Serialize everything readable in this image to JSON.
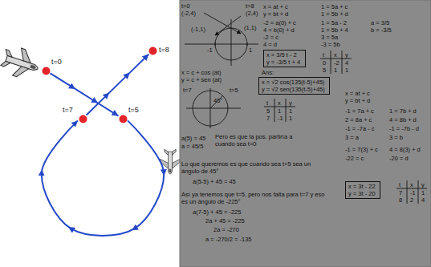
{
  "diagram": {
    "nodes": [
      {
        "text": [
          "t=0"
        ]
      },
      {
        "text": [
          "t=8"
        ]
      },
      {
        "text": [
          "t=7"
        ]
      },
      {
        "text": [
          "t=5"
        ]
      },
      {
        "text": [
          "x = 3/5 t - 2",
          "y = -3/5 t + 4"
        ]
      },
      {
        "text": [
          "x = √2 cos(135(t-5)+45)",
          "y = √2 sen(135(t-5)+45)"
        ]
      },
      {
        "text": [
          "x = 3t - 22",
          "y = 3t - 20"
        ]
      }
    ],
    "edges": [
      {
        "from": 0,
        "to": 3,
        "arrow": "to"
      },
      {
        "from": 3,
        "to": 2,
        "arrow": "to"
      },
      {
        "from": 2,
        "to": 1,
        "arrow": "to"
      }
    ],
    "labels": [
      "t=0",
      "(-2,4)",
      "t=8",
      "(2,4)",
      "(-1,1)",
      "(1,1)",
      "-1",
      "1",
      "x = at + c",
      "y = bt + d",
      "-2 = a(0) + c",
      "4 = b(0) + d",
      "-2 = c",
      "4 = d",
      "1 = 5a + c",
      "1 = 5b + d",
      "1 = 5a - 2",
      "1 = 5b + 4",
      "3 = 5a",
      "-3 = 5b",
      "a = 3/5",
      "b = -3/5",
      "t",
      "x",
      "y",
      "0",
      "-2",
      "4",
      "5",
      "1",
      "1",
      "x = c + cos (at)",
      "y = c + sen (at)",
      "t=7",
      "t=5",
      "45°",
      "Ans:",
      "t",
      "x",
      "y",
      "5",
      "1",
      "1",
      "7",
      "-1",
      "1",
      "x = at + c",
      "y = bt + d",
      "-1 = 7a + c",
      "1 = 7b + d",
      "2 = 8a + c",
      "4 = 8b + d",
      "-1 = -7a - c",
      "-1 = -7b - d",
      "3 = a",
      "3 = b",
      "-1 = 7(3) + c",
      "4 = 8(3) + d",
      "-22 = c",
      "-20 = d",
      "t",
      "x",
      "y",
      "7",
      "-1",
      "1",
      "8",
      "2",
      "4",
      "a(5) = 45",
      "a = 45/5",
      "Pero es que la pos. partiría a cuando sea t=0",
      "Lo que queremos es que cuando sea t=5 sea un ángulo de 45°",
      "a(5-5) + 45 = 45",
      "Así ya tenemos que t=5, pero nos falta para t=7 y eso es un ángulo de -225°",
      "a(7-5) + 45 = -225",
      "2a + 45 = -225",
      "2a = -270",
      "a = -270/2 = -135"
    ]
  }
}
